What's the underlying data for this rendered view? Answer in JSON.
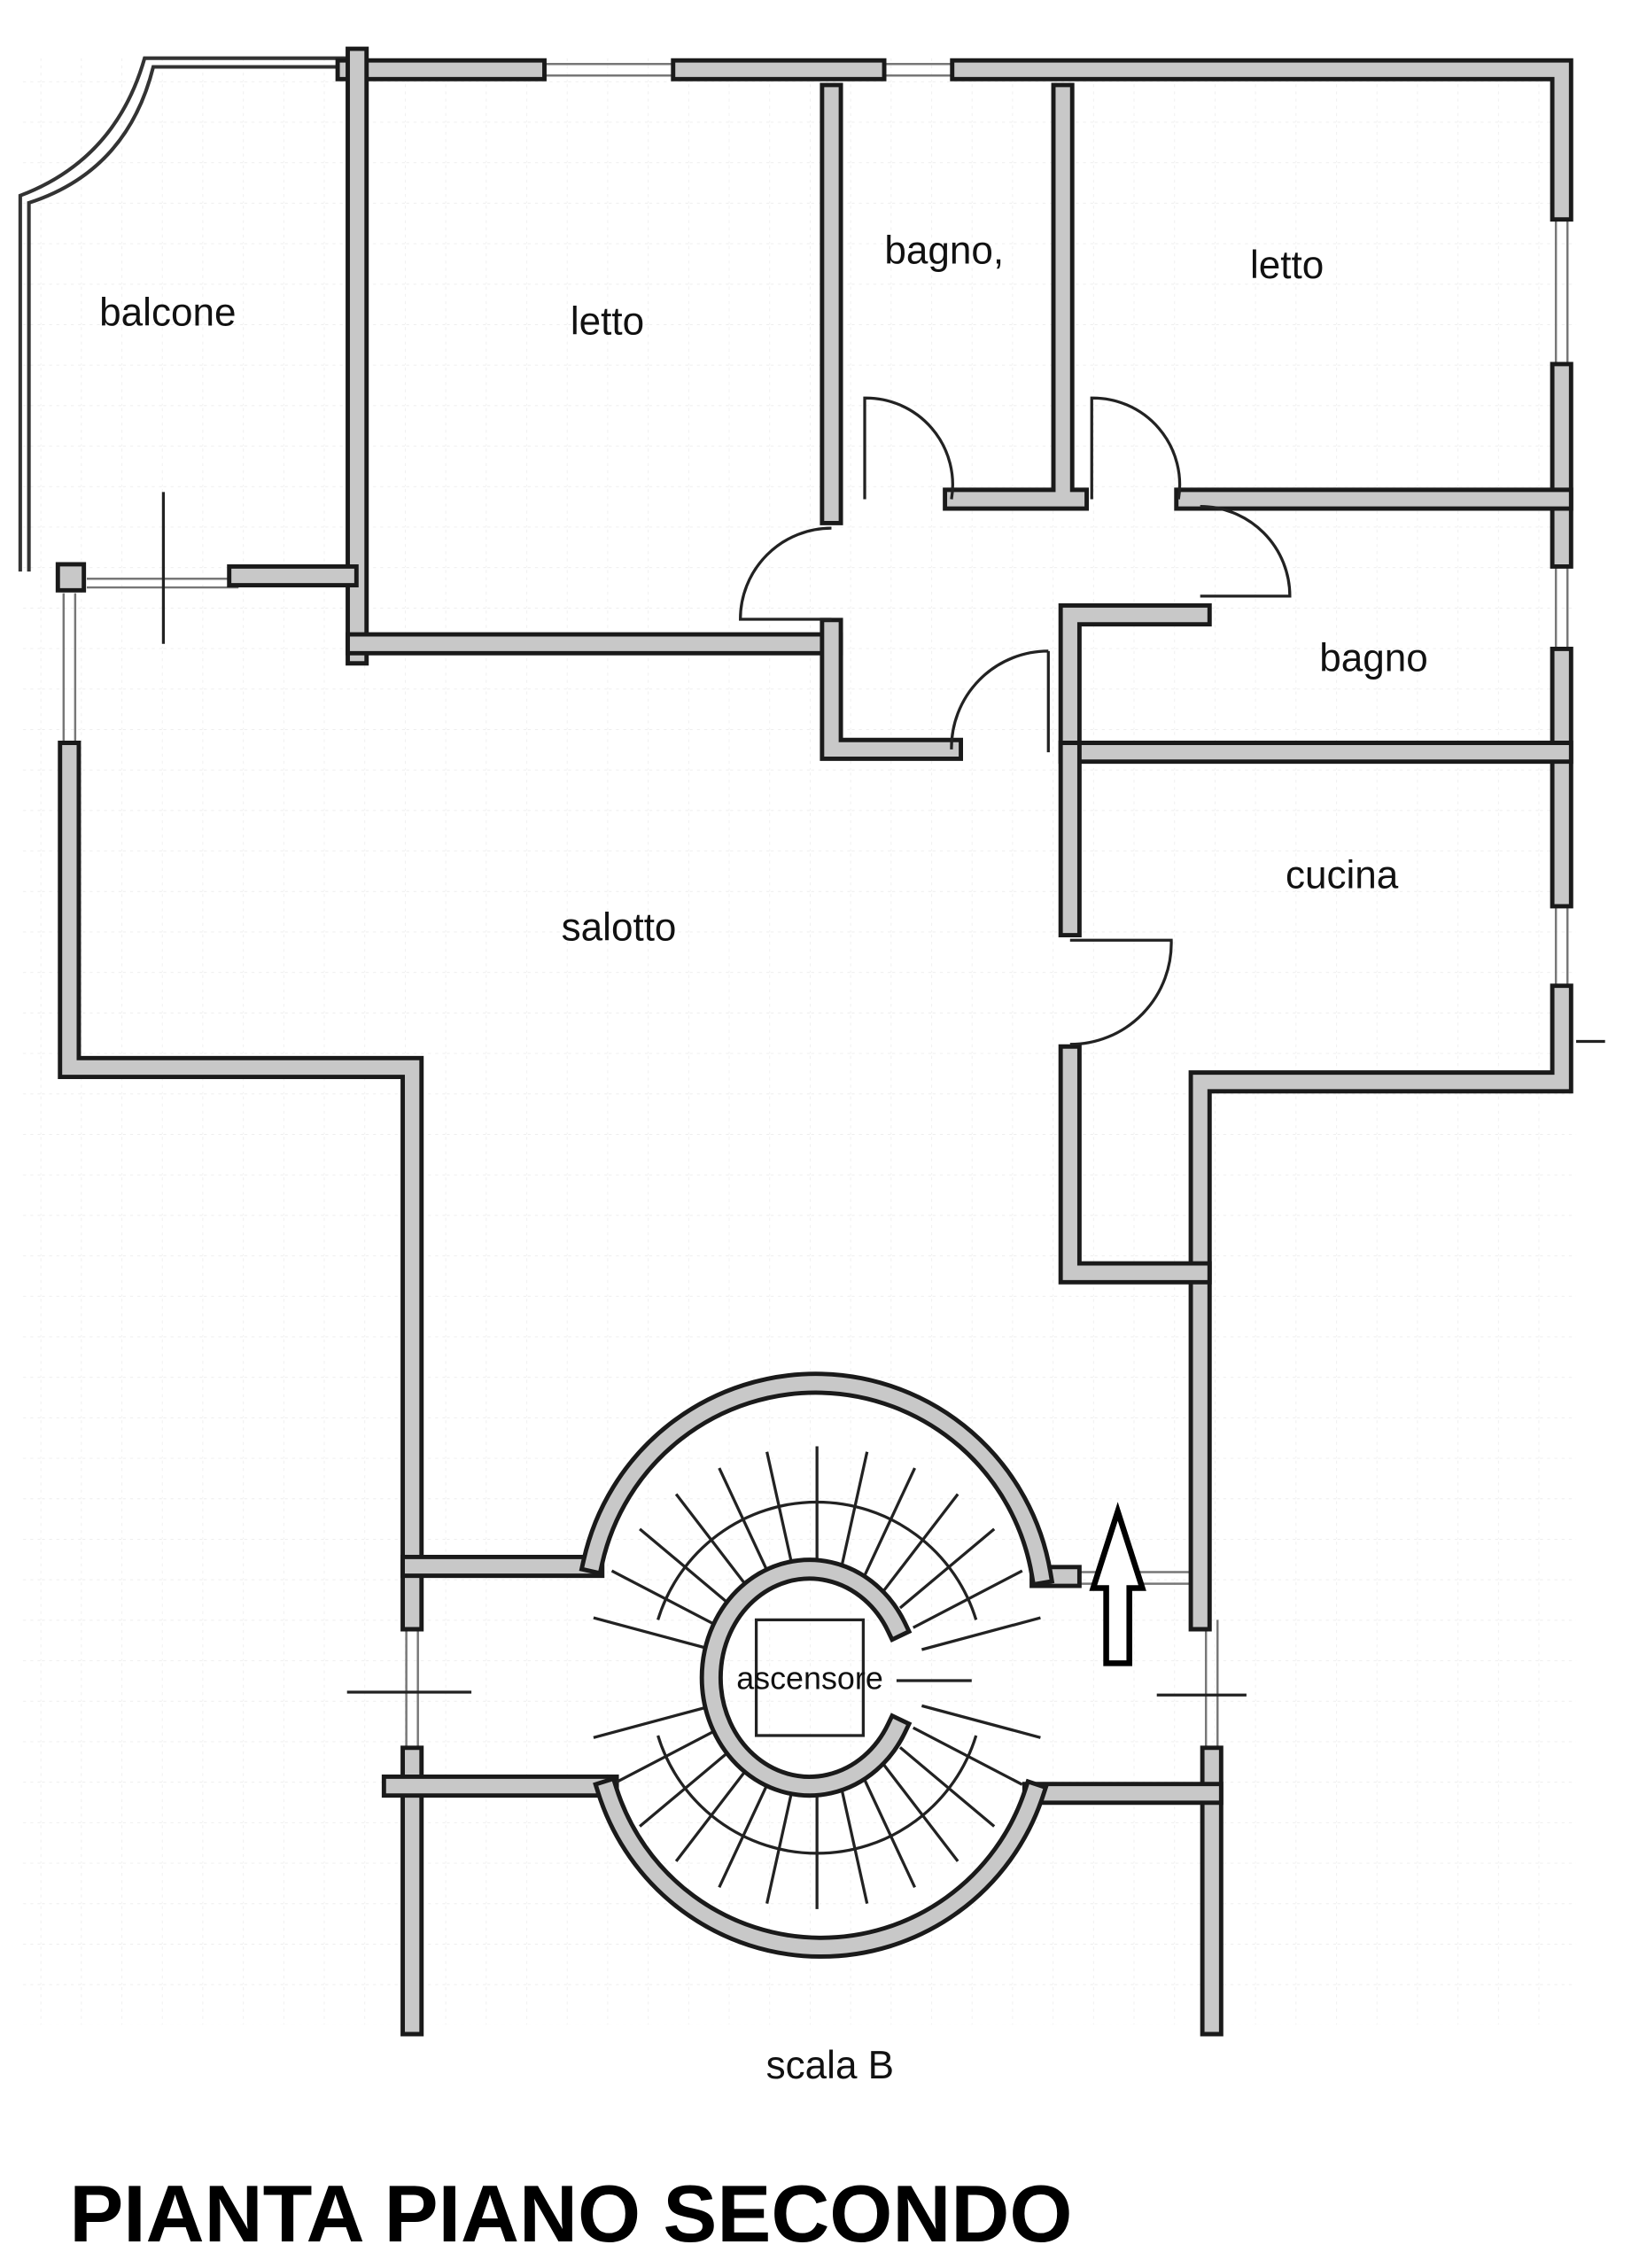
{
  "plan": {
    "title": "PIANTA PIANO SECONDO",
    "rooms": {
      "balcone": "balcone",
      "letto_1": "letto",
      "bagno_1": "bagno,",
      "letto_2": "letto",
      "bagno_2": "bagno",
      "cucina": "cucina",
      "salotto": "salotto",
      "ascensore": "ascensore",
      "scala": "scala B"
    },
    "colors": {
      "wall_fill": "#c8c8c8",
      "wall_edge": "#1a1a1a",
      "grid": "#e6e6e6"
    }
  }
}
